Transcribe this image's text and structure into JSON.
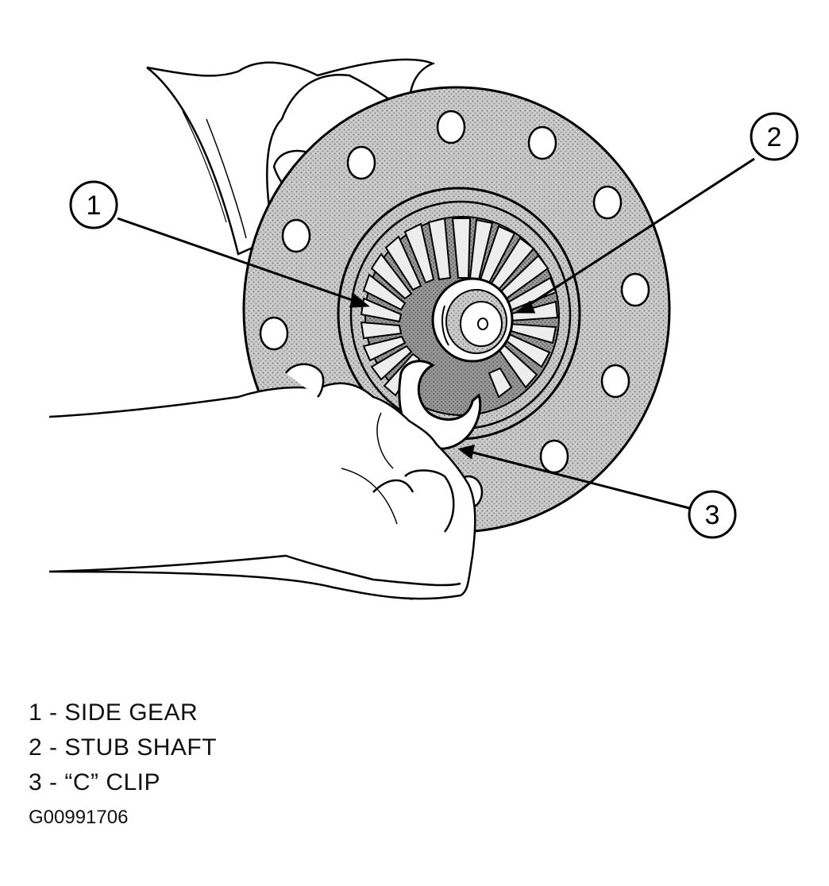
{
  "callouts": [
    {
      "number": "1",
      "label": "SIDE GEAR"
    },
    {
      "number": "2",
      "label": "STUB SHAFT"
    },
    {
      "number": "3",
      "label": "“C” CLIP"
    }
  ],
  "legend": [
    "1 - SIDE GEAR",
    "2 - STUB SHAFT",
    "3 - “C” CLIP"
  ],
  "figure_id": "G00991706"
}
